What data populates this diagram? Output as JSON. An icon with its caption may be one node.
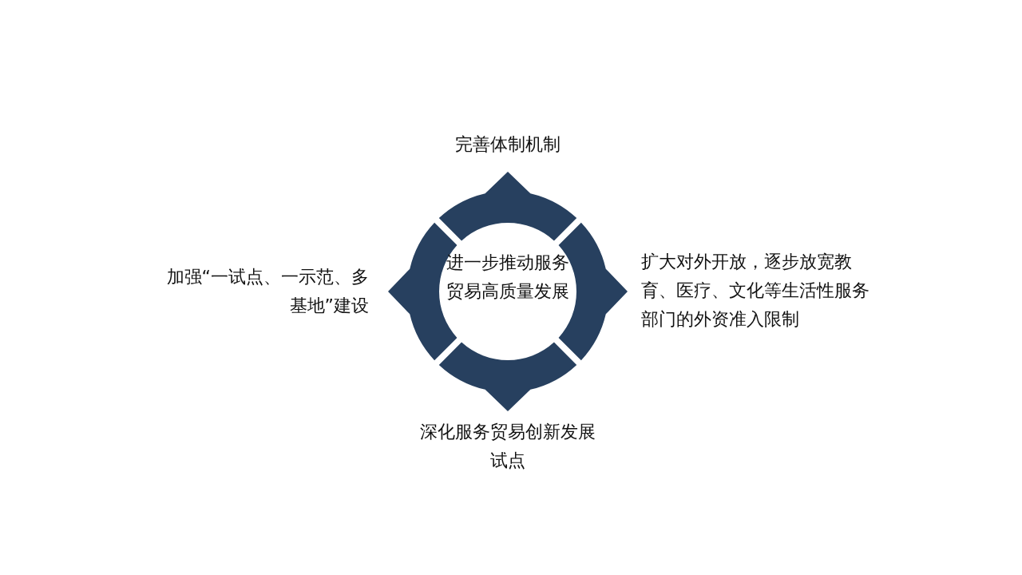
{
  "diagram": {
    "nodes": [
      {
        "text": [
          "进一步推动服务贸易高质量发展"
        ]
      },
      {
        "text": [
          "完善体制机制"
        ]
      },
      {
        "text": [
          "扩大对外开放，逐步放宽教育、医疗、文化等生活性服务部门的外资准入限制"
        ]
      },
      {
        "text": [
          "深化服务贸易创新发展试点"
        ]
      },
      {
        "text": [
          "加强“一试点、一示范、多基地”建设"
        ]
      }
    ]
  }
}
